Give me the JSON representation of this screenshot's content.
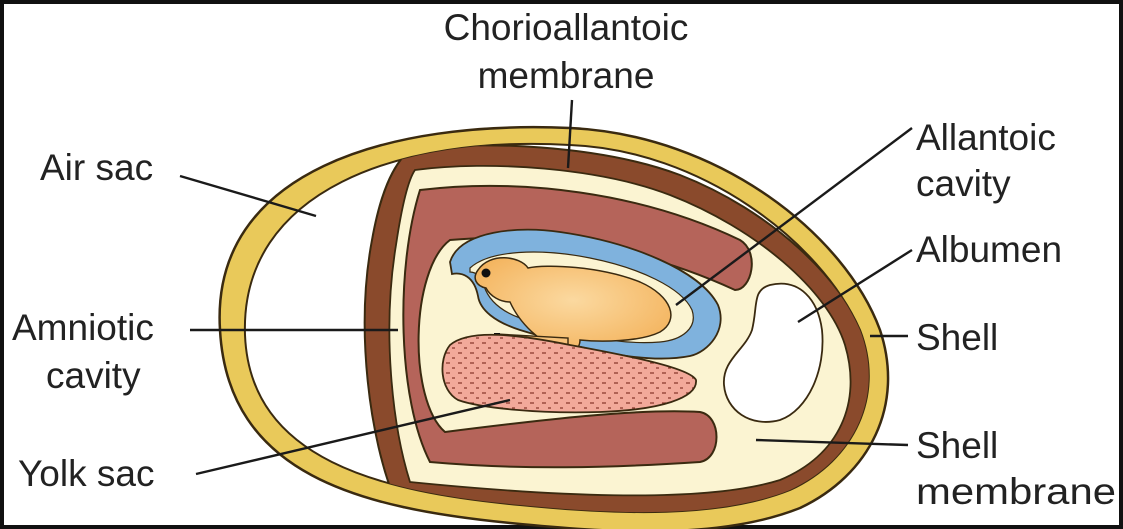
{
  "labels": {
    "chorioallantoic_line1": "Chorioallantoic",
    "chorioallantoic_line2": "membrane",
    "allantoic_line1": "Allantoic",
    "allantoic_line2": "cavity",
    "air_sac": "Air sac",
    "albumen": "Albumen",
    "amniotic_line1": "Amniotic",
    "amniotic_line2": "cavity",
    "shell": "Shell",
    "yolk_sac": "Yolk sac",
    "shell_membrane_line1": "Shell",
    "shell_membrane_line2": "membrane"
  },
  "colors": {
    "shell": "#E9C95A",
    "shell_outline": "#3a2a10",
    "air_sac": "#ffffff",
    "outer_membrane": "#8A4A2C",
    "albumen_fill": "#FBF4D2",
    "chorion_band": "#B5645A",
    "amnion": "#7FB2DD",
    "embryo": "#F7C27A",
    "yolk": "#F2A99A",
    "line": "#1a1a1a"
  }
}
